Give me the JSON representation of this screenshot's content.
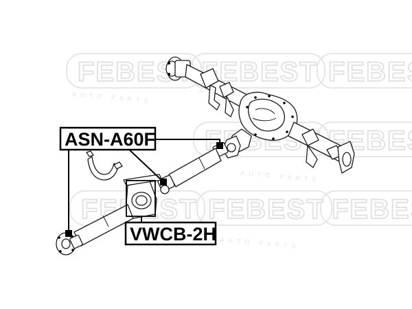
{
  "watermark": {
    "brand": "FEBEST",
    "subtext": "AUTO PARTS"
  },
  "callouts": {
    "part_a": "ASN-A60F",
    "part_b": "VWCB-2H"
  },
  "colors": {
    "line": "#1a1a1a",
    "watermark": "#e2e2e2",
    "background": "#ffffff"
  }
}
